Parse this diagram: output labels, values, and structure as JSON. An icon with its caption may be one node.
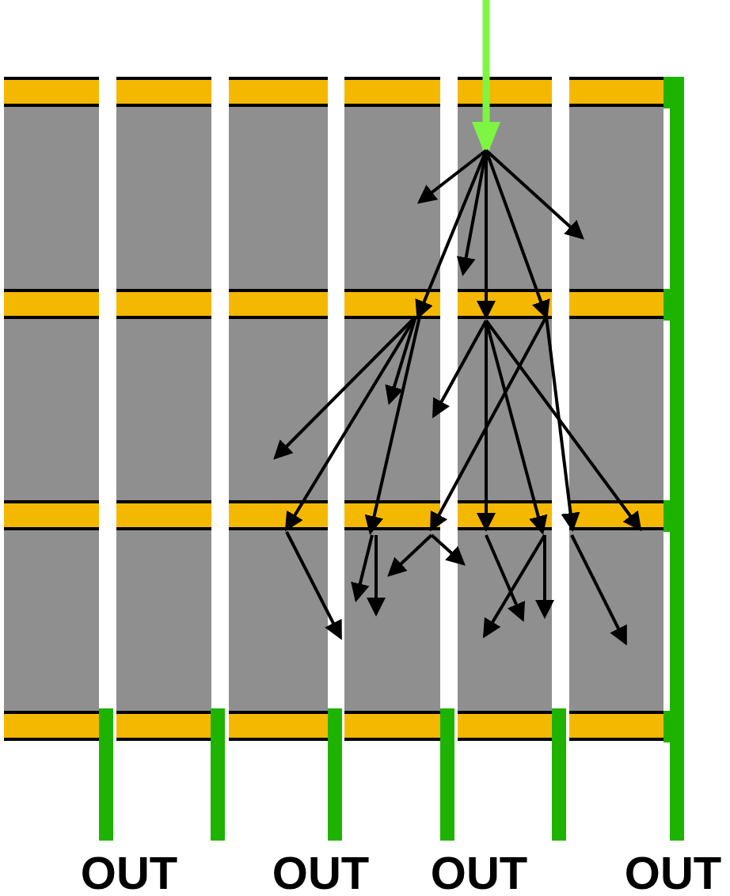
{
  "diagram": {
    "labels": [
      "OUT",
      "OUT",
      "OUT",
      "OUT"
    ]
  }
}
